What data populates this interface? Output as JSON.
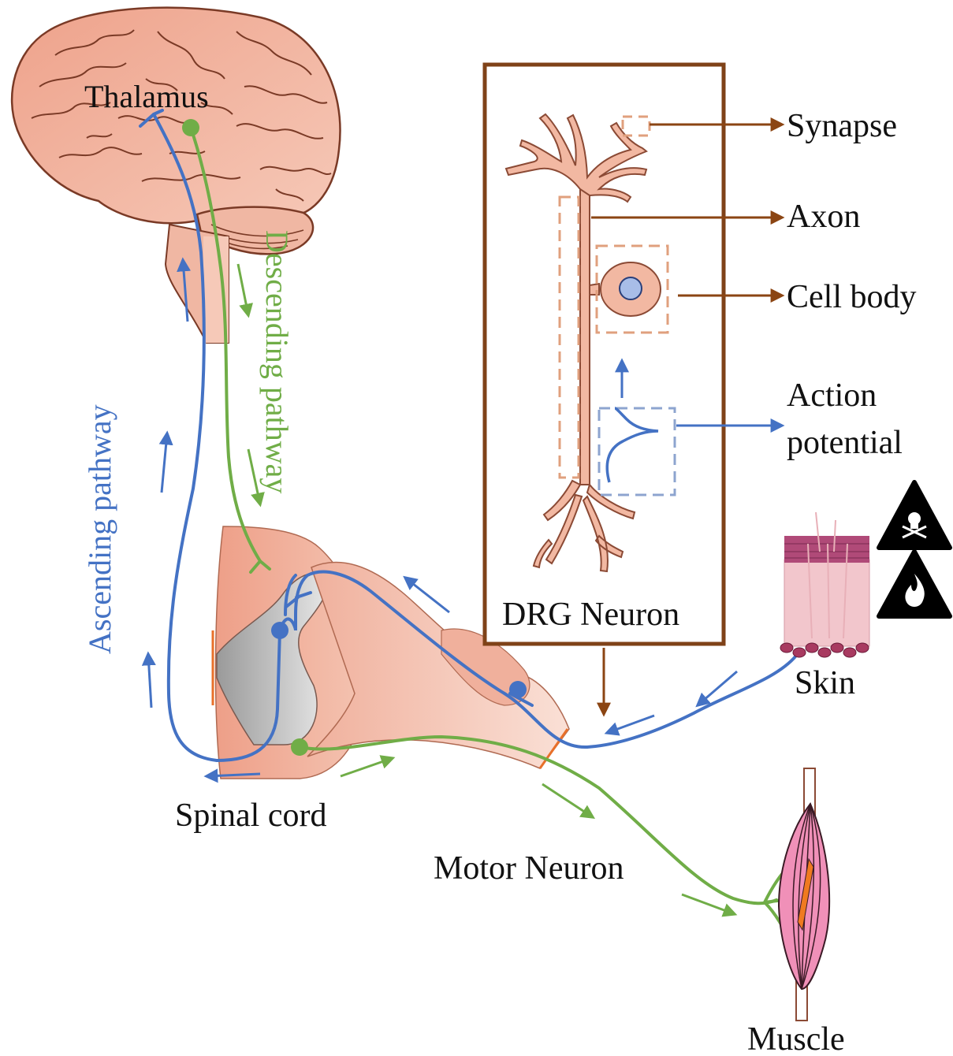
{
  "labels": {
    "thalamus": "Thalamus",
    "descending": "Descending pathway",
    "ascending": "Ascending pathway",
    "spinal_cord": "Spinal cord",
    "motor_neuron": "Motor Neuron",
    "muscle": "Muscle",
    "skin": "Skin",
    "drg_neuron": "DRG Neuron",
    "synapse": "Synapse",
    "axon": "Axon",
    "cell_body": "Cell body",
    "action_potential_line1": "Action",
    "action_potential_line2": "potential"
  },
  "colors": {
    "ascending": "#4472c4",
    "descending": "#70ad47",
    "tissue": "#f2b8a2",
    "tissue_dark": "#e0907a",
    "outline": "#8b4a35",
    "frame": "#7f4218",
    "callout_arrow": "#8b4513",
    "gray_matter": "#b8b8b8",
    "muscle_fill": "#f090b8",
    "hazard": "#000000"
  }
}
